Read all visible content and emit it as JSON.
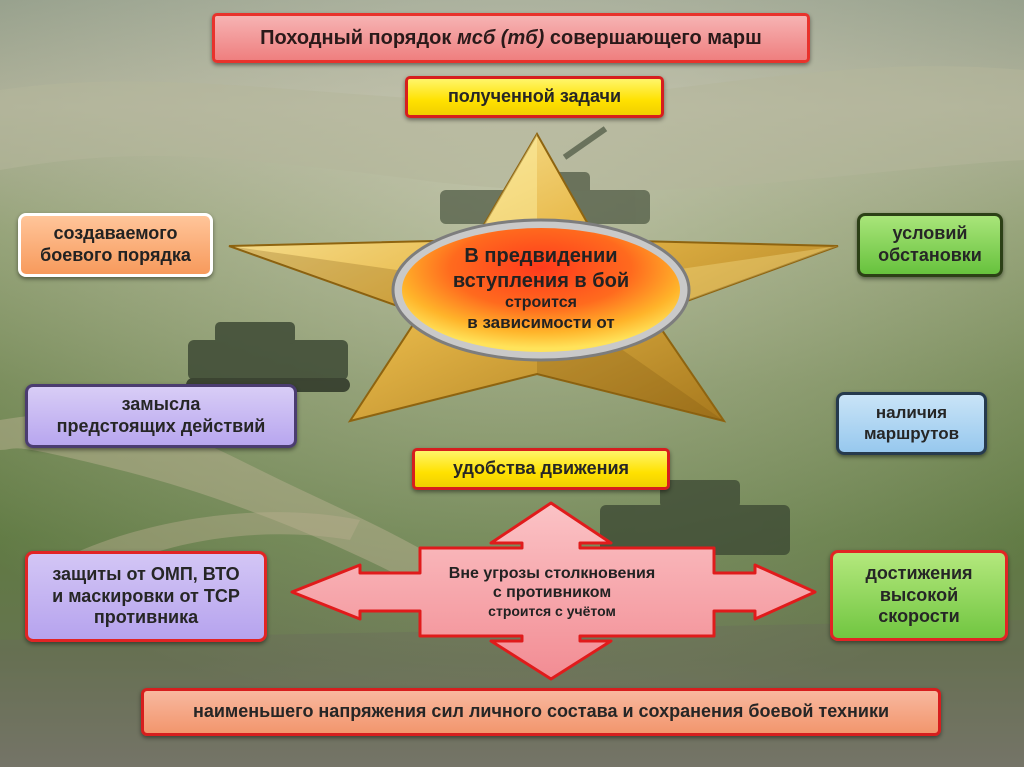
{
  "title": {
    "part1": "Походный порядок ",
    "part_italic": "мсб (тб)",
    "part2": " совершающего марш"
  },
  "star": {
    "line1": "В предвидении",
    "line2": "вступления в бой",
    "line3": "строится",
    "line4": "в зависимости от"
  },
  "factors": {
    "top": "полученной задачи",
    "left1_line1": "создаваемого",
    "left1_line2": "боевого порядка",
    "right1_line1": "условий",
    "right1_line2": "обстановки",
    "left2_line1": "замысла",
    "left2_line2": "предстоящих действий",
    "right2_line1": "наличия",
    "right2_line2": "маршрутов",
    "mid": "удобства движения"
  },
  "arrow": {
    "line1": "Вне угрозы столкновения",
    "line2": "с противником",
    "line3": "строится с учётом"
  },
  "considerations": {
    "left_line1": "защиты от ОМП, ВТО",
    "left_line2": "и маскировки от ТСР",
    "left_line3": "противника",
    "right_line1": "достижения",
    "right_line2": "высокой",
    "right_line3": "скорости",
    "bottom": "наименьшего напряжения сил личного состава и сохранения боевой техники"
  },
  "colors": {
    "border_red": "#e12424",
    "star_gold": "#e8b94a",
    "oval_red": "#e22a16",
    "oval_yellow": "#ffe35a",
    "arrow_fill": "#f7a7ad",
    "arrow_stroke": "#e01b1b"
  }
}
